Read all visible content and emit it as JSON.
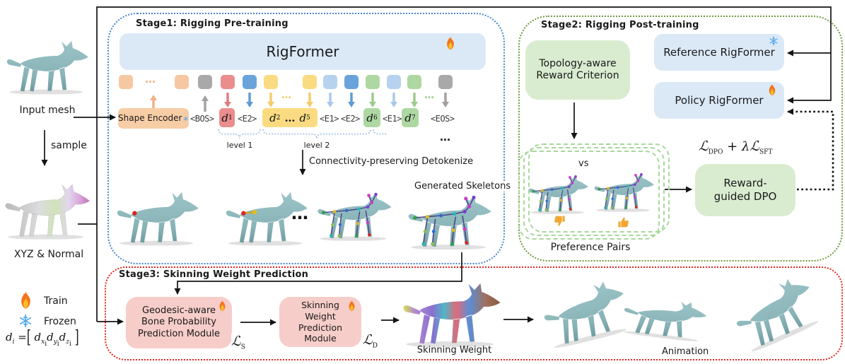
{
  "left_panel": {
    "input_mesh_label": "Input mesh",
    "sample_label": "sample",
    "xyz_normal_label": "XYZ & Normal",
    "legend": {
      "train_label": "Train",
      "frozen_label": "Frozen"
    },
    "d_formula": {
      "lhs_base": "d",
      "lhs_sub": "i",
      "equals": "=",
      "bracket_open": "[",
      "bracket_close": "]",
      "terms": [
        {
          "base": "d",
          "sub": "x",
          "subsub": "i"
        },
        {
          "base": "d",
          "sub": "y",
          "subsub": "i"
        },
        {
          "base": "d",
          "sub": "z",
          "subsub": "i"
        }
      ]
    }
  },
  "stage1": {
    "title": "Stage1: Rigging Pre-training",
    "rigformer_label": "RigFormer",
    "shape_encoder_label": "Shape Encoder",
    "tokens": {
      "bos": "<BOS>",
      "e2_a": "<E2>",
      "e1_a": "<E1>",
      "e2_b": "<E2>",
      "e1_b": "<E1>",
      "eos": "<EOS>",
      "d1": {
        "base": "d",
        "sub": "1"
      },
      "d2": {
        "base": "d",
        "sub": "2"
      },
      "d5": {
        "base": "d",
        "sub": "5"
      },
      "d6": {
        "base": "d",
        "sub": "6"
      },
      "d7": {
        "base": "d",
        "sub": "7"
      }
    },
    "level1_label": "level 1",
    "level2_label": "level 2",
    "detokenize_label": "Connectivity-preserving Detokenize",
    "generated_skeletons_label": "Generated Skeletons"
  },
  "stage2": {
    "title": "Stage2: Rigging Post-training",
    "topology_box_label": "Topology-aware Reward Criterion",
    "reference_box_label": "Reference RigFormer",
    "policy_box_label": "Policy RigFormer",
    "vs_label": "vs",
    "preference_pairs_label": "Preference Pairs",
    "dpo_box_label": "Reward-guided DPO",
    "loss_formula": {
      "l1": "ℒ",
      "sub1": "DPO",
      "plus": "+",
      "lambda": "λ",
      "l2": "ℒ",
      "sub2": "SFT"
    }
  },
  "stage3": {
    "title": "Stage3: Skinning Weight Prediction",
    "geodesic_box_label": "Geodesic-aware Bone Probability Prediction Module",
    "skinning_box_label": "Skinning Weight Prediction Module",
    "loss_s": {
      "l": "ℒ",
      "sub": "S"
    },
    "loss_d": {
      "l": "ℒ",
      "sub": "D"
    },
    "skinning_weight_label": "Skinning Weight",
    "animation_label": "Animation"
  },
  "misc": {
    "ellipsis": "…"
  },
  "colors": {
    "stage1_border": "#4a86c8",
    "stage2_border": "#6f9a3d",
    "stage3_border": "#e8231d",
    "rigformer_fill": "#dbe9f7",
    "shape_encoder_fill": "#f7cda6",
    "green_box_fill": "#d9ecd0",
    "blue_box_fill": "#dbe8f6",
    "pink_box_fill": "#f6cdc9",
    "preference_dash": "#a8d79c",
    "token_orange": "#f6c8a2",
    "token_gray": "#a9a9a9",
    "token_red": "#e98d8d",
    "token_blue": "#6aa3d9",
    "token_yellow": "#fbdb81",
    "token_lightblue": "#b7d2ee",
    "token_green": "#aed7a2",
    "wolf_teal": "#8db9bd",
    "flame_orange": "#f4731c",
    "snowflake_blue": "#55a9e8",
    "thumb_orange": "#f0a832"
  }
}
